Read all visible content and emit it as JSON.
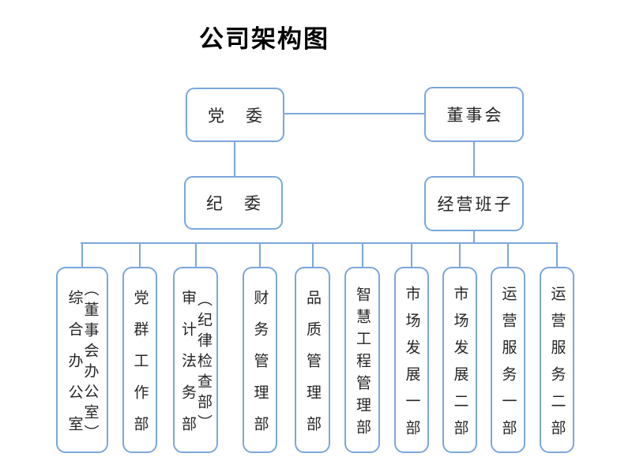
{
  "title": "公司架构图",
  "colors": {
    "line_blue": "#7BA7DB",
    "text_dark": "#262626",
    "title_black": "#000000",
    "background": "#FFFFFF"
  },
  "chart": {
    "level1": [
      {
        "key": "party_committee",
        "label": "党　委"
      },
      {
        "key": "board_of_directors",
        "label": "董事会"
      }
    ],
    "level2": [
      {
        "key": "discipline_committee",
        "label": "纪　委"
      },
      {
        "key": "management_team",
        "label": "经营班子"
      }
    ],
    "departments": [
      {
        "name": "综合办公室",
        "sub": "（董事会办公室）"
      },
      {
        "name": "党群工作部",
        "sub": ""
      },
      {
        "name": "审计法务部",
        "sub": "（纪律检查部）"
      },
      {
        "name": "财务管理部",
        "sub": ""
      },
      {
        "name": "品质管理部",
        "sub": ""
      },
      {
        "name": "智慧工程管理部",
        "sub": ""
      },
      {
        "name": "市场发展一部",
        "sub": ""
      },
      {
        "name": "市场发展二部",
        "sub": ""
      },
      {
        "name": "运营服务一部",
        "sub": ""
      },
      {
        "name": "运营服务二部",
        "sub": ""
      }
    ]
  }
}
